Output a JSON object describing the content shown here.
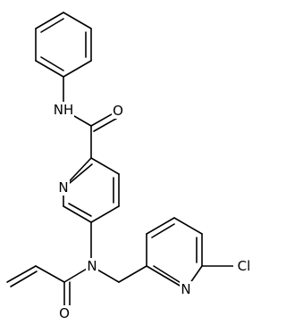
{
  "diagram": {
    "type": "chemical-structure",
    "atom_labels": {
      "amide_nh": "NH",
      "amide_o": "O",
      "pyridine_n_top": "N",
      "tertiary_n": "N",
      "acryl_o": "O",
      "pyridine_n_bottom": "N",
      "chloro": "Cl"
    }
  },
  "colors": {
    "bond": "#000000",
    "background": "#ffffff"
  }
}
